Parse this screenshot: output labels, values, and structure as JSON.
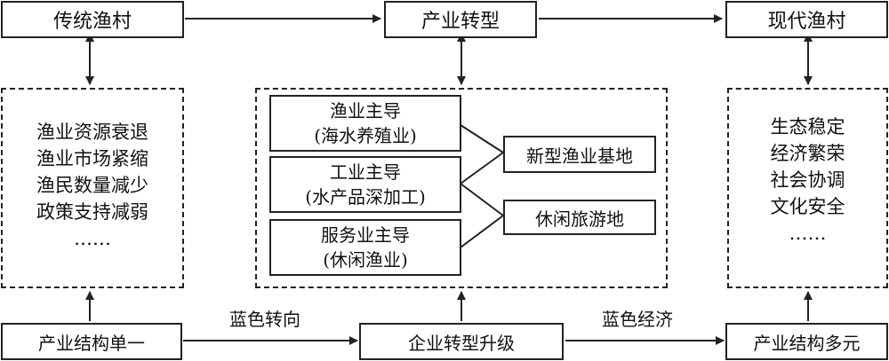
{
  "top": {
    "traditional": "传统渔村",
    "transformation": "产业转型",
    "modern": "现代渔村"
  },
  "problems": [
    "渔业资源衰退",
    "渔业市场紧缩",
    "渔民数量减少",
    "政策支持减弱",
    "……"
  ],
  "modes": [
    {
      "line1": "渔业主导",
      "line2": "(海水养殖业)"
    },
    {
      "line1": "工业主导",
      "line2": "(水产品深加工)"
    },
    {
      "line1": "服务业主导",
      "line2": "(休闲渔业)"
    }
  ],
  "outcomes": {
    "new_base": "新型渔业基地",
    "leisure": "休闲旅游地"
  },
  "results": [
    "生态稳定",
    "经济繁荣",
    "社会协调",
    "文化安全",
    "……"
  ],
  "bottom": {
    "single": "产业结构单一",
    "upgrade": "企业转型升级",
    "diverse": "产业结构多元",
    "blue_turn": "蓝色转向",
    "blue_economy": "蓝色经济"
  }
}
